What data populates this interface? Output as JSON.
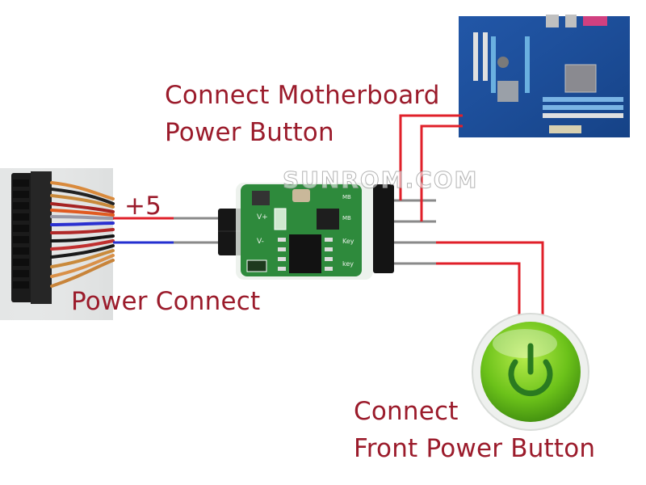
{
  "diagram": {
    "title": "Sunrom PC power switch module wiring",
    "watermark": "SUNROM.COM",
    "labels": {
      "motherboard_line1": "Connect  Motherboard",
      "motherboard_line2": "Power Button",
      "plus5": "+5",
      "power_connect": "Power Connect",
      "front_line1": "Connect",
      "front_line2": "Front Power Button"
    },
    "module_pin_labels": [
      "MB",
      "MB",
      "Key",
      "key"
    ],
    "module_input_labels": [
      "V+",
      "V-"
    ],
    "components": [
      {
        "id": "atx-connector",
        "name": "ATX PSU connector"
      },
      {
        "id": "switch-module",
        "name": "Power switch module"
      },
      {
        "id": "motherboard",
        "name": "Motherboard"
      },
      {
        "id": "front-power-button",
        "name": "Front power button"
      }
    ],
    "colors": {
      "label_text": "#9b1b2b",
      "wire_red": "#e0202a",
      "wire_blue": "#2430d0",
      "pcb_green": "#2e8a3c",
      "motherboard_blue": "#1c4f9c",
      "button_green": "#6cc21a"
    }
  }
}
